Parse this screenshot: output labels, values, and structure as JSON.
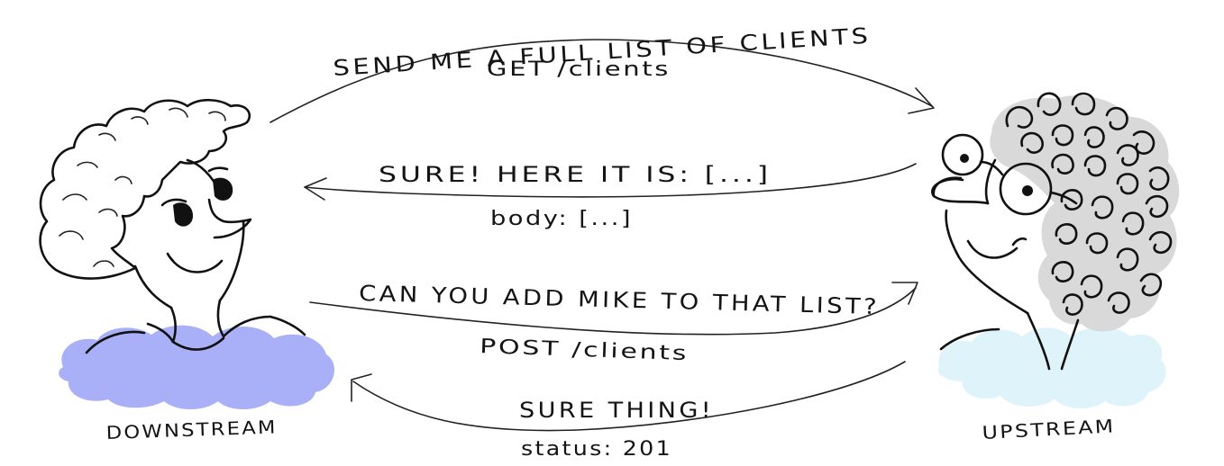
{
  "participants": {
    "downstream": {
      "label": "DOWNSTREAM",
      "shirt_color": "#aab0f7",
      "hair_color": "#6b6b6b"
    },
    "upstream": {
      "label": "UPSTREAM",
      "shirt_color": "#dff3fb",
      "hair_color": "#d9d9d9"
    }
  },
  "messages": [
    {
      "direction": "to-upstream",
      "text": "SEND ME A FULL LIST OF CLIENTS",
      "detail": "GET /clients"
    },
    {
      "direction": "to-downstream",
      "text": "SURE! HERE IT IS: [...]",
      "detail": "body: [...]"
    },
    {
      "direction": "to-upstream",
      "text": "CAN YOU ADD MIKE TO THAT LIST?",
      "detail": "POST /clients"
    },
    {
      "direction": "to-downstream",
      "text": "SURE THING!",
      "detail": "status: 201"
    }
  ]
}
